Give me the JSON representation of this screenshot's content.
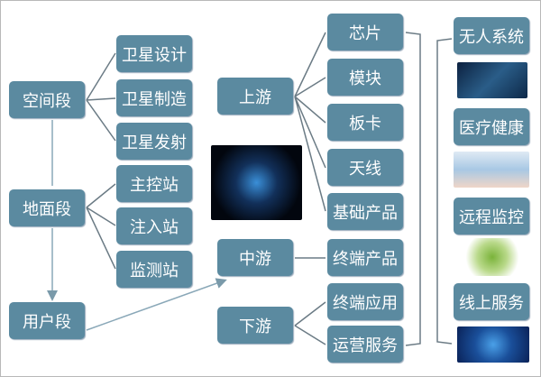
{
  "segments": [
    "空间段",
    "地面段",
    "用户段"
  ],
  "space_items": [
    "卫星设计",
    "卫星制造",
    "卫星发射"
  ],
  "ground_items": [
    "主控站",
    "注入站",
    "监测站"
  ],
  "stream": [
    "上游",
    "中游",
    "下游"
  ],
  "products": [
    "芯片",
    "模块",
    "板卡",
    "天线",
    "基础产品",
    "终端产品",
    "终端应用",
    "运营服务"
  ],
  "applications": [
    "无人系统",
    "医疗健康",
    "远程监控",
    "线上服务"
  ],
  "colors": {
    "box": "#5b8aa0",
    "line": "#6b7b85"
  }
}
